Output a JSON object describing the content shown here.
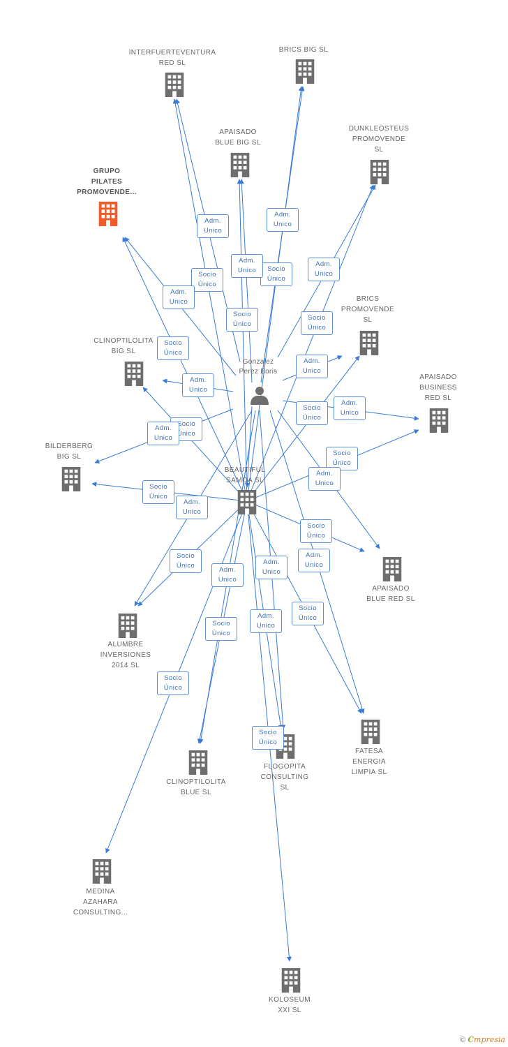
{
  "colors": {
    "edge": "#3a7bd5",
    "building": "#6e6e6e",
    "building_highlight": "#f05a28",
    "person": "#6e6e6e"
  },
  "person": {
    "id": "gonzalez",
    "name": "Gonzalez\nPerez Boris",
    "icon": "person-icon"
  },
  "nodes": [
    {
      "id": "interfuerteventura",
      "label": "INTERFUERTEVENTURA\nRED  SL",
      "icon": "building-icon"
    },
    {
      "id": "brics_big",
      "label": "BRICS BIG  SL",
      "icon": "building-icon"
    },
    {
      "id": "apaisado_blue_big",
      "label": "APAISADO\nBLUE BIG  SL",
      "icon": "building-icon"
    },
    {
      "id": "dunkleosteus",
      "label": "DUNKLEOSTEUS\nPROMOVENDE\nSL",
      "icon": "building-icon"
    },
    {
      "id": "grupo_pilates",
      "label": "GRUPO\nPILATES\nPROMOVENDE...",
      "icon": "building-icon",
      "highlight": true
    },
    {
      "id": "brics_promovende",
      "label": "BRICS\nPROMOVENDE\nSL",
      "icon": "building-icon"
    },
    {
      "id": "clinoptilolita_big",
      "label": "CLINOPTILOLITA\nBIG  SL",
      "icon": "building-icon"
    },
    {
      "id": "apaisado_business",
      "label": "APAISADO\nBUSINESS\nRED  SL",
      "icon": "building-icon"
    },
    {
      "id": "bilderberg",
      "label": "BILDERBERG\nBIG  SL",
      "icon": "building-icon"
    },
    {
      "id": "beautiful_samoa",
      "label": "BEAUTIFUL\nSAMOA SL",
      "icon": "building-icon"
    },
    {
      "id": "apaisado_blue_red",
      "label": "APAISADO\nBLUE RED  SL",
      "icon": "building-icon"
    },
    {
      "id": "alumbre",
      "label": "ALUMBRE\nINVERSIONES\n2014  SL",
      "icon": "building-icon"
    },
    {
      "id": "fatesa",
      "label": "FATESA\nENERGIA\nLIMPIA  SL",
      "icon": "building-icon"
    },
    {
      "id": "clinoptilolita_blue",
      "label": "CLINOPTILOLITA\nBLUE  SL",
      "icon": "building-icon"
    },
    {
      "id": "flogopita",
      "label": "FLOGOPITA\nCONSULTING\nSL",
      "icon": "building-icon"
    },
    {
      "id": "medina_azahara",
      "label": "MEDINA\nAZAHARA\nCONSULTING...",
      "icon": "building-icon"
    },
    {
      "id": "koloseum",
      "label": "KOLOSEUM\nXXI  SL",
      "icon": "building-icon"
    }
  ],
  "edges": [
    {
      "from": "gonzalez",
      "to": "interfuerteventura",
      "label": "Adm.\nUnico"
    },
    {
      "from": "beautiful_samoa",
      "to": "interfuerteventura",
      "label": "Socio\nÚnico"
    },
    {
      "from": "gonzalez",
      "to": "brics_big",
      "label": "Adm.\nUnico"
    },
    {
      "from": "beautiful_samoa",
      "to": "brics_big",
      "label": "Socio\nÚnico"
    },
    {
      "from": "gonzalez",
      "to": "apaisado_blue_big",
      "label": "Adm.\nUnico"
    },
    {
      "from": "beautiful_samoa",
      "to": "apaisado_blue_big",
      "label": "Socio\nÚnico"
    },
    {
      "from": "gonzalez",
      "to": "dunkleosteus",
      "label": "Adm.\nUnico"
    },
    {
      "from": "beautiful_samoa",
      "to": "dunkleosteus",
      "label": "Socio\nÚnico"
    },
    {
      "from": "gonzalez",
      "to": "grupo_pilates",
      "label": "Adm.\nUnico"
    },
    {
      "from": "beautiful_samoa",
      "to": "grupo_pilates",
      "label": "Socio\nÚnico"
    },
    {
      "from": "gonzalez",
      "to": "brics_promovende",
      "label": "Adm.\nUnico"
    },
    {
      "from": "beautiful_samoa",
      "to": "brics_promovende",
      "label": "Socio\nÚnico"
    },
    {
      "from": "gonzalez",
      "to": "clinoptilolita_big",
      "label": "Adm.\nUnico"
    },
    {
      "from": "beautiful_samoa",
      "to": "clinoptilolita_big",
      "label": "Socio\nÚnico"
    },
    {
      "from": "gonzalez",
      "to": "apaisado_business",
      "label": "Adm.\nUnico"
    },
    {
      "from": "beautiful_samoa",
      "to": "apaisado_business",
      "label": "Socio\nÚnico"
    },
    {
      "from": "gonzalez",
      "to": "bilderberg",
      "label": "Adm.\nUnico"
    },
    {
      "from": "beautiful_samoa",
      "to": "bilderberg",
      "label": "Socio\nÚnico"
    },
    {
      "from": "gonzalez",
      "to": "beautiful_samoa",
      "label": "Adm.\nUnico"
    },
    {
      "from": "gonzalez",
      "to": "apaisado_blue_red",
      "label": "Adm.\nUnico"
    },
    {
      "from": "beautiful_samoa",
      "to": "apaisado_blue_red",
      "label": "Socio\nÚnico"
    },
    {
      "from": "gonzalez",
      "to": "alumbre",
      "label": "Adm.\nUnico"
    },
    {
      "from": "beautiful_samoa",
      "to": "alumbre",
      "label": "Socio\nÚnico"
    },
    {
      "from": "gonzalez",
      "to": "fatesa",
      "label": "Adm.\nUnico"
    },
    {
      "from": "beautiful_samoa",
      "to": "fatesa",
      "label": "Socio\nÚnico"
    },
    {
      "from": "gonzalez",
      "to": "clinoptilolita_blue",
      "label": "Adm.\nUnico"
    },
    {
      "from": "beautiful_samoa",
      "to": "clinoptilolita_blue",
      "label": "Socio\nÚnico"
    },
    {
      "from": "gonzalez",
      "to": "flogopita",
      "label": "Adm.\nUnico"
    },
    {
      "from": "beautiful_samoa",
      "to": "flogopita",
      "label": "Socio\nÚnico"
    },
    {
      "from": "beautiful_samoa",
      "to": "medina_azahara",
      "label": "Socio\nÚnico"
    },
    {
      "from": "beautiful_samoa",
      "to": "koloseum",
      "label": "Socio\nÚnico"
    }
  ],
  "footer": {
    "copyright_symbol": "©",
    "brand_initial": "C",
    "brand_rest": "mpresia"
  }
}
